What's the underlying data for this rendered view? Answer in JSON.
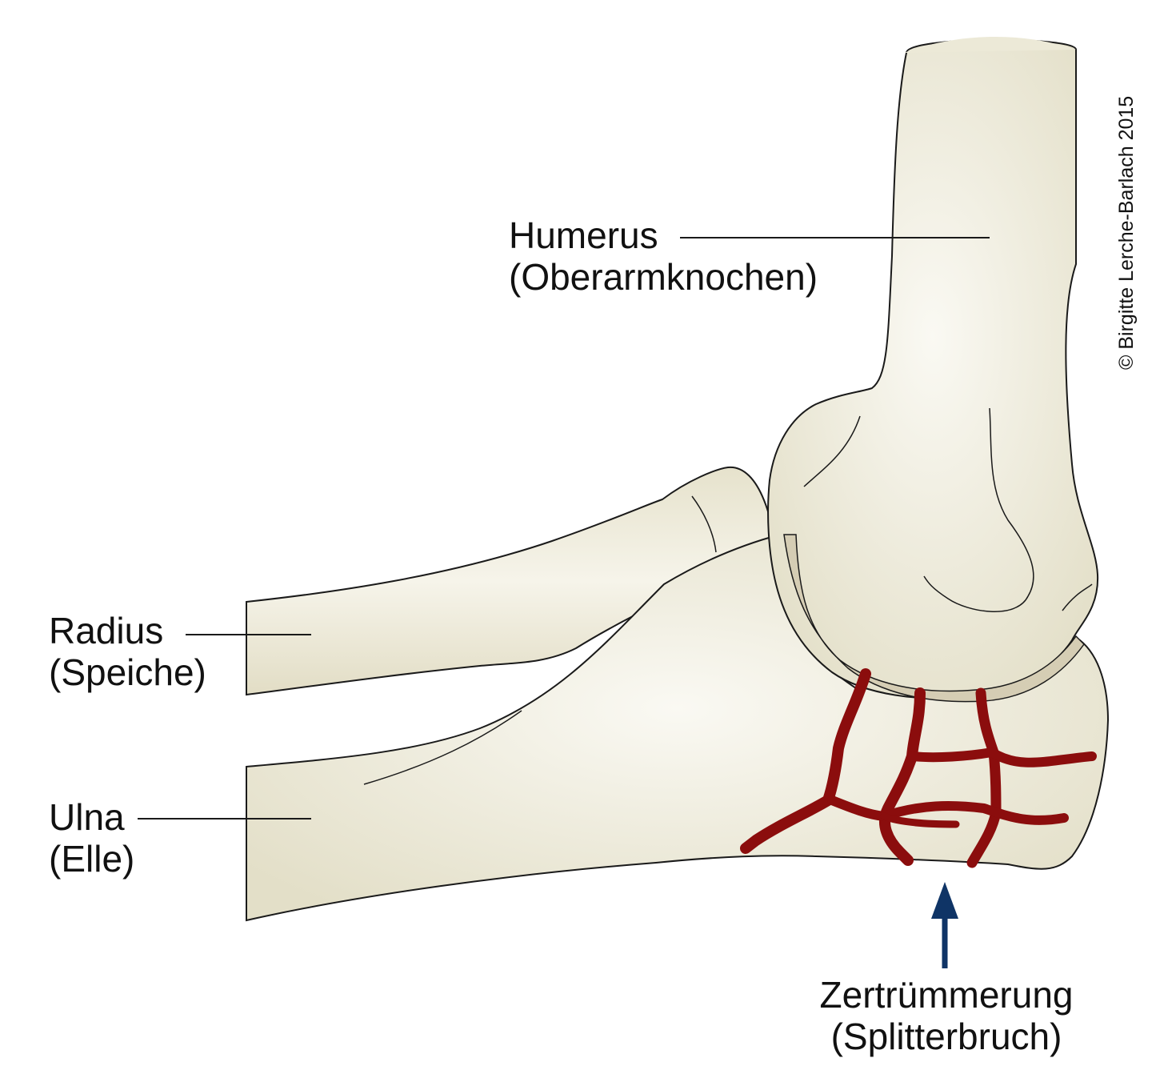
{
  "labels": {
    "humerus": {
      "name": "Humerus",
      "translation": "(Oberarmknochen)"
    },
    "radius": {
      "name": "Radius",
      "translation": "(Speiche)"
    },
    "ulna": {
      "name": "Ulna",
      "translation": "(Elle)"
    },
    "fracture": {
      "name": "Zertrümmerung",
      "translation": "(Splitterbruch)"
    }
  },
  "copyright": "© Birgitte Lerche-Barlach 2015",
  "colors": {
    "bone": "#e8e5d2",
    "bone_shade": "#d8d3bb",
    "cartilage": "#d5cdb4",
    "fracture": "#8b0d0d",
    "arrow": "#0f3466",
    "outline": "#1a1a1a"
  }
}
